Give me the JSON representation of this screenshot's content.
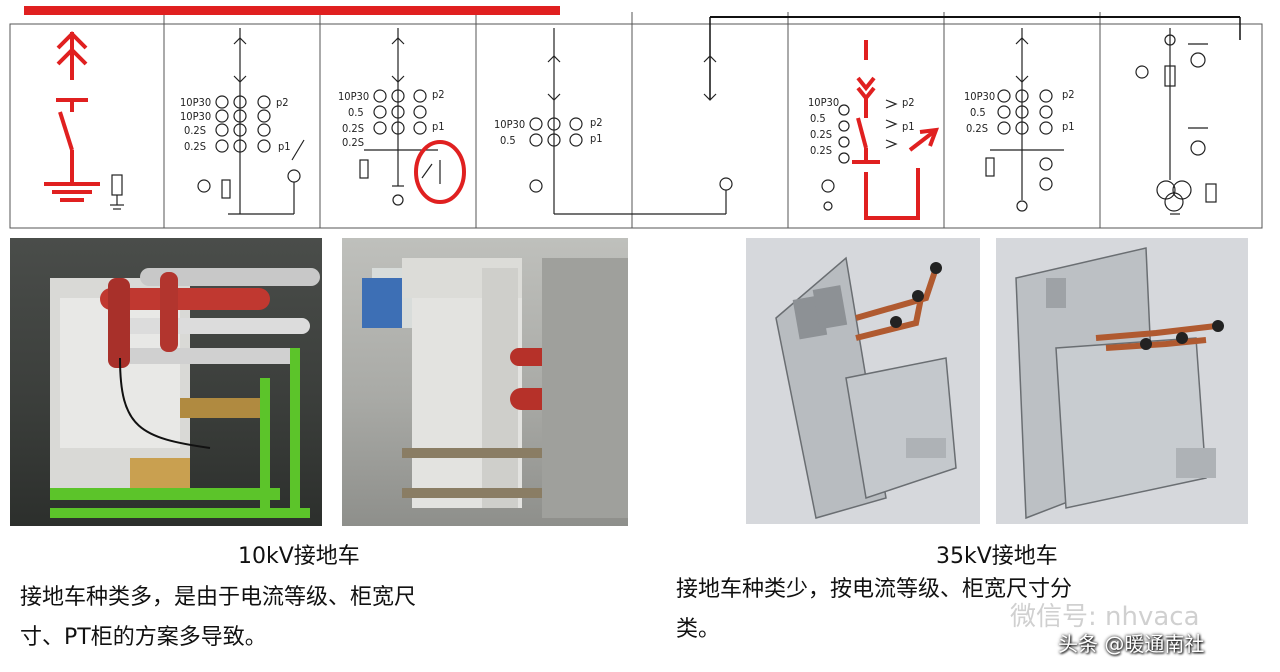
{
  "diagram": {
    "relay_labels": {
      "col2": [
        "10P30",
        "10P30",
        "0.2S",
        "0.2S"
      ],
      "col3": [
        "10P30",
        "0.5",
        "0.2S",
        "0.2S"
      ],
      "col4": [
        "10P30",
        "0.5"
      ],
      "col6": [
        "10P30",
        "0.5",
        "0.2S",
        "0.2S"
      ],
      "col7": [
        "10P30",
        "0.5",
        "0.2S"
      ]
    },
    "p_labels": [
      "p2",
      "p1"
    ],
    "highlight_color": "#e02020"
  },
  "left_section": {
    "caption": "10kV接地车",
    "description_line1": "接地车种类多，是由于电流等级、柜宽尺",
    "description_line2": "寸、PT柜的方案多导致。"
  },
  "right_section": {
    "caption": "35kV接地车",
    "description_line1": "接地车种类少，按电流等级、柜宽尺寸分",
    "description_line2": "类。"
  },
  "watermarks": {
    "wechat": "微信号: nhvaca",
    "toutiao": "头条 @暖通南社"
  }
}
